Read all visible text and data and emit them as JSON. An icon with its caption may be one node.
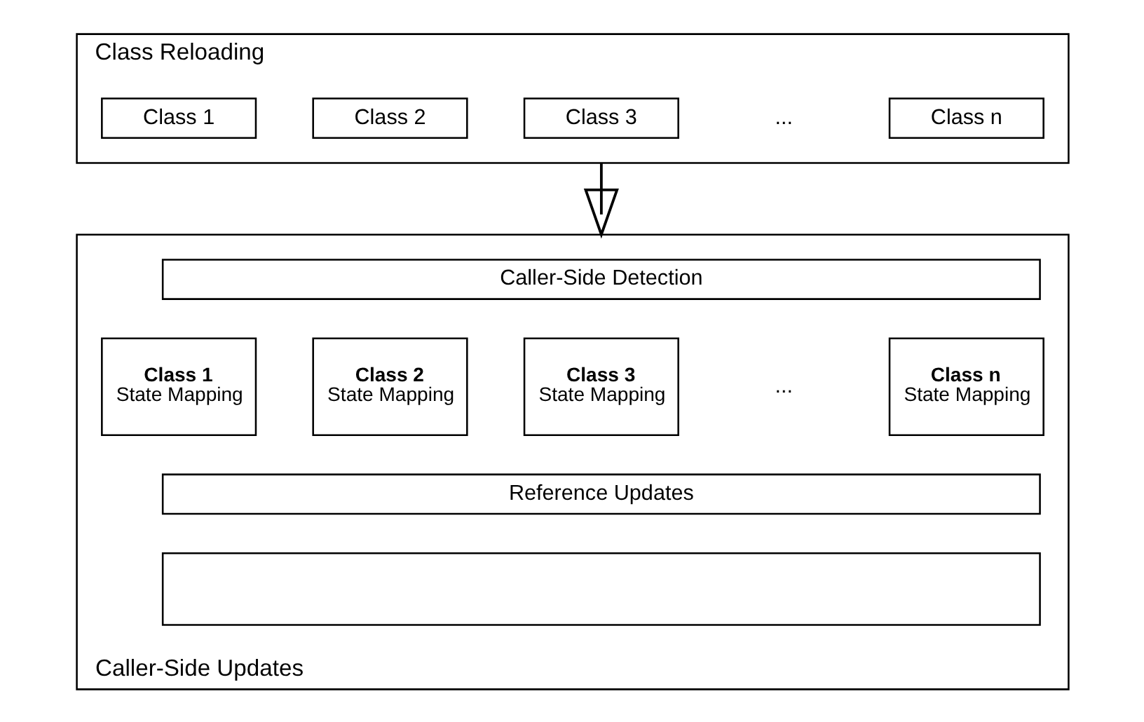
{
  "diagram": {
    "nodes": [
      {
        "text": [
          "Class Reloading"
        ]
      },
      {
        "text": [
          "Class 1"
        ],
        "in": 0
      },
      {
        "text": [
          "Class 2"
        ],
        "in": 0
      },
      {
        "text": [
          "Class 3"
        ],
        "in": 0
      },
      {
        "text": [
          "Class n"
        ],
        "in": 0
      },
      {
        "text": [
          "Caller-Side Updates"
        ]
      },
      {
        "text": [
          "Caller-Side Detection"
        ],
        "in": 5
      },
      {
        "text": [
          "Class 1",
          "State Mapping"
        ],
        "in": 5
      },
      {
        "text": [
          "Class 2",
          "State Mapping"
        ],
        "in": 5
      },
      {
        "text": [
          "Class 3",
          "State Mapping"
        ],
        "in": 5
      },
      {
        "text": [
          "Class n",
          "State Mapping"
        ],
        "in": 5
      },
      {
        "text": [
          "Reference Updates"
        ],
        "in": 5
      },
      {
        "text": [],
        "shape": "box",
        "in": 5
      }
    ],
    "edges": [
      {
        "from": 0,
        "to": 5,
        "arrow": "to"
      }
    ],
    "labels": [
      "...",
      "..."
    ]
  }
}
